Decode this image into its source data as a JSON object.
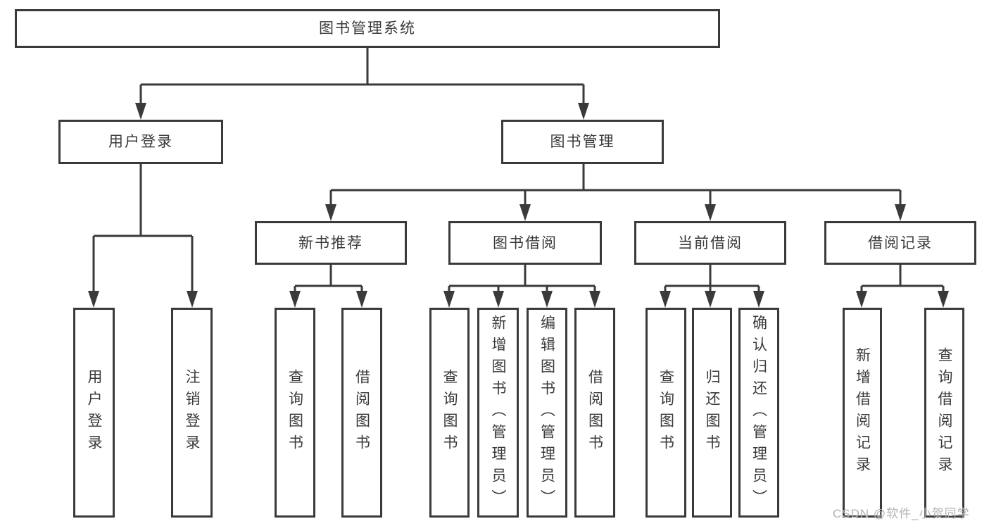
{
  "diagram": {
    "root": {
      "label": "图书管理系统"
    },
    "branches": [
      {
        "label": "用户登录",
        "children": [
          {
            "label": "用户登录"
          },
          {
            "label": "注销登录"
          }
        ]
      },
      {
        "label": "图书管理",
        "children": [
          {
            "label": "新书推荐",
            "children": [
              {
                "label": "查询图书"
              },
              {
                "label": "借阅图书"
              }
            ]
          },
          {
            "label": "图书借阅",
            "children": [
              {
                "label": "查询图书"
              },
              {
                "label": "新增图书（管理员）"
              },
              {
                "label": "编辑图书（管理员）"
              },
              {
                "label": "借阅图书"
              }
            ]
          },
          {
            "label": "当前借阅",
            "children": [
              {
                "label": "查询图书"
              },
              {
                "label": "归还图书"
              },
              {
                "label": "确认归还（管理员）"
              }
            ]
          },
          {
            "label": "借阅记录",
            "children": [
              {
                "label": "新增借阅记录"
              },
              {
                "label": "查询借阅记录"
              }
            ]
          }
        ]
      }
    ]
  },
  "watermark": {
    "text": "CSDN @软件_小贺同学"
  },
  "colors": {
    "line": "#3a3a3a",
    "box_border": "#3a3a3a",
    "text": "#3a3a3a",
    "background": "#ffffff",
    "watermark": "#b3b3b3"
  }
}
